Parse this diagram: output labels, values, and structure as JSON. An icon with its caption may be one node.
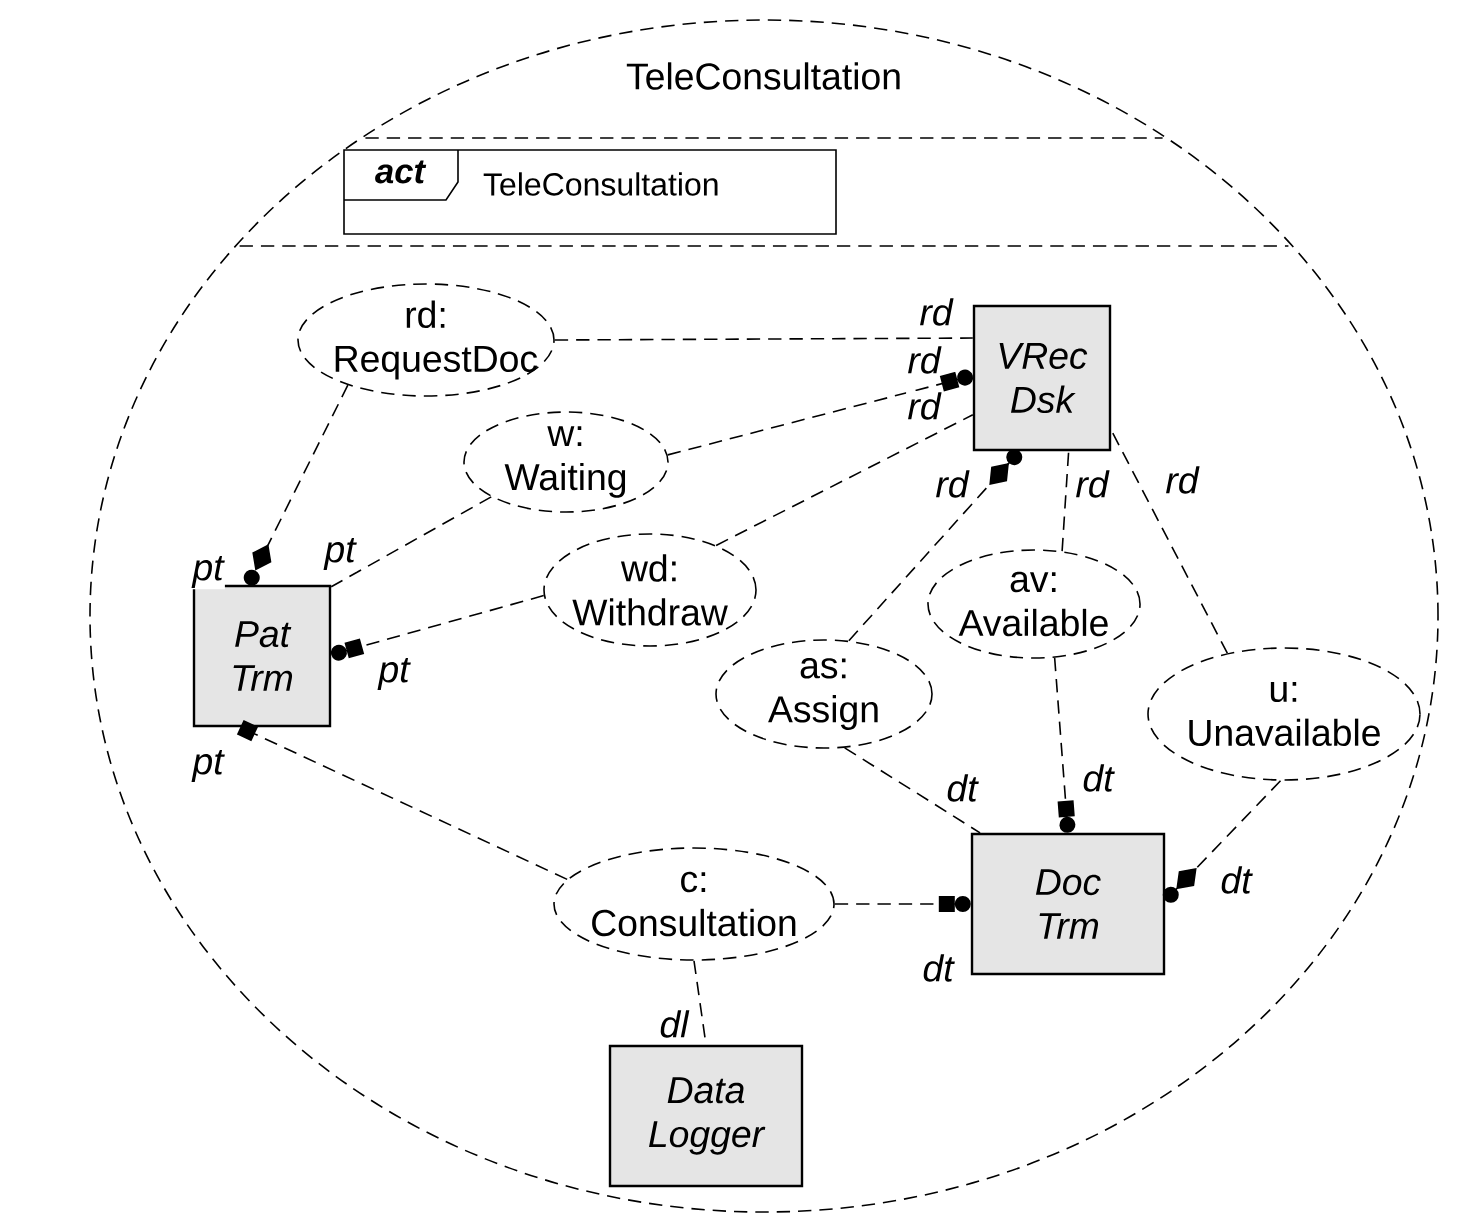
{
  "diagram": {
    "nodes": [
      {
        "text": [
          "TeleConsultation"
        ]
      },
      {
        "text": [
          "act",
          "TeleConsultation"
        ],
        "in": 0
      },
      {
        "text": [
          "rd: RequestDoc"
        ],
        "in": 0
      },
      {
        "text": [
          "VRec Dsk"
        ],
        "in": 0
      },
      {
        "text": [
          "w: Waiting"
        ],
        "in": 0
      },
      {
        "text": [
          "Pat Trm"
        ],
        "in": 0
      },
      {
        "text": [
          "wd: Withdraw"
        ],
        "in": 0
      },
      {
        "text": [
          "av: Available"
        ],
        "in": 0
      },
      {
        "text": [
          "as: Assign"
        ],
        "in": 0
      },
      {
        "text": [
          "u: Unavailable"
        ],
        "in": 0
      },
      {
        "text": [
          "c: Consultation"
        ],
        "in": 0
      },
      {
        "text": [
          "Doc Trm"
        ],
        "in": 0
      },
      {
        "text": [
          "Data Logger"
        ],
        "in": 0
      }
    ],
    "edges": [
      {
        "from": 2,
        "to": 3,
        "arrow": "none",
        "label": "rd"
      },
      {
        "from": 2,
        "to": 5,
        "arrow": "other",
        "label": "pt"
      },
      {
        "from": 4,
        "to": 3,
        "arrow": "other",
        "label": "rd"
      },
      {
        "from": 4,
        "to": 5,
        "arrow": "none",
        "label": "pt"
      },
      {
        "from": 6,
        "to": 3,
        "arrow": "none",
        "label": "rd"
      },
      {
        "from": 6,
        "to": 5,
        "arrow": "other",
        "label": "pt"
      },
      {
        "from": 8,
        "to": 3,
        "arrow": "other",
        "label": "rd"
      },
      {
        "from": 7,
        "to": 3,
        "arrow": "none",
        "label": "rd"
      },
      {
        "from": 9,
        "to": 3,
        "arrow": "none",
        "label": "rd"
      },
      {
        "from": 8,
        "to": 11,
        "arrow": "none",
        "label": "dt"
      },
      {
        "from": 7,
        "to": 11,
        "arrow": "other",
        "label": "dt"
      },
      {
        "from": 9,
        "to": 11,
        "arrow": "other",
        "label": "dt"
      },
      {
        "from": 10,
        "to": 5,
        "arrow": "other",
        "label": "pt"
      },
      {
        "from": 10,
        "to": 11,
        "arrow": "other",
        "label": "dt"
      },
      {
        "from": 10,
        "to": 12,
        "arrow": "none",
        "label": "dl"
      }
    ]
  }
}
